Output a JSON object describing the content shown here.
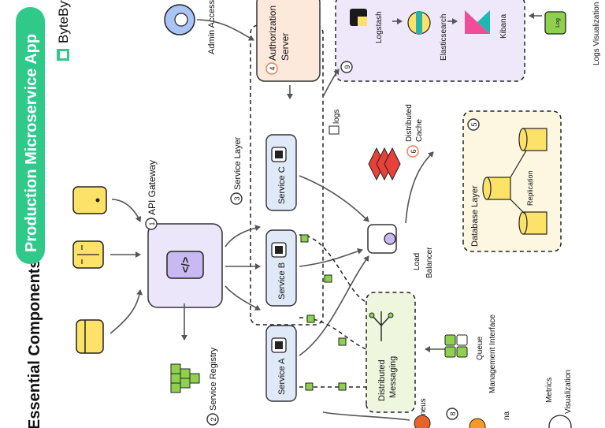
{
  "title": {
    "prefix": "Essential Components of",
    "highlight": "Production Microservice App"
  },
  "brand": {
    "name": "ByteByteGo"
  },
  "components": {
    "api_gateway": {
      "number": "1",
      "label": "API Gateway"
    },
    "service_registry": {
      "number": "2",
      "label": "Service Registry"
    },
    "service_layer": {
      "number": "3",
      "label": "Service Layer"
    },
    "authorization_server": {
      "number": "4",
      "label_line1": "Authorization",
      "label_line2": "Server"
    },
    "database_layer": {
      "number": "5",
      "label": "Database Layer",
      "replication": "Replication"
    },
    "distributed_cache": {
      "number": "6",
      "label_line1": "Distributed",
      "label_line2": "Cache"
    },
    "distributed_messaging": {
      "label_line1": "Distributed",
      "label_line2": "Messaging"
    },
    "monitoring": {
      "number": "8",
      "label_partial1": "neus",
      "label_partial2": "na"
    },
    "logging": {
      "number": "9"
    }
  },
  "services": [
    "Service A",
    "Service B",
    "Service C"
  ],
  "load_balancer": {
    "label_line1": "Load",
    "label_line2": "Balancer"
  },
  "logs_label": "logs",
  "log_stack": [
    "Logstash",
    "Elasticsearch",
    "Kibana"
  ],
  "log_icon_text": "Log",
  "logs_visualization": "Logs Visualization",
  "admin_access": "Admin Access",
  "queue_interface": {
    "line1": "Queue",
    "line2": "Management Interface"
  },
  "metrics_visualization": {
    "line1": "Metrics",
    "line2": "Visualization"
  },
  "colors": {
    "title_green": "#2fc98a",
    "client_yellow": "#fde26a",
    "gateway_purple": "#ece6fb",
    "service_blue": "#dfe9f7",
    "auth_peach": "#fde8dc",
    "log_lavender": "#efe8fb",
    "db_cream": "#fdf7e1",
    "messaging_green": "#eef7de",
    "queue_green": "#8fd14f",
    "cache_red": "#e8413a",
    "number_orange": "#f07b4c"
  }
}
